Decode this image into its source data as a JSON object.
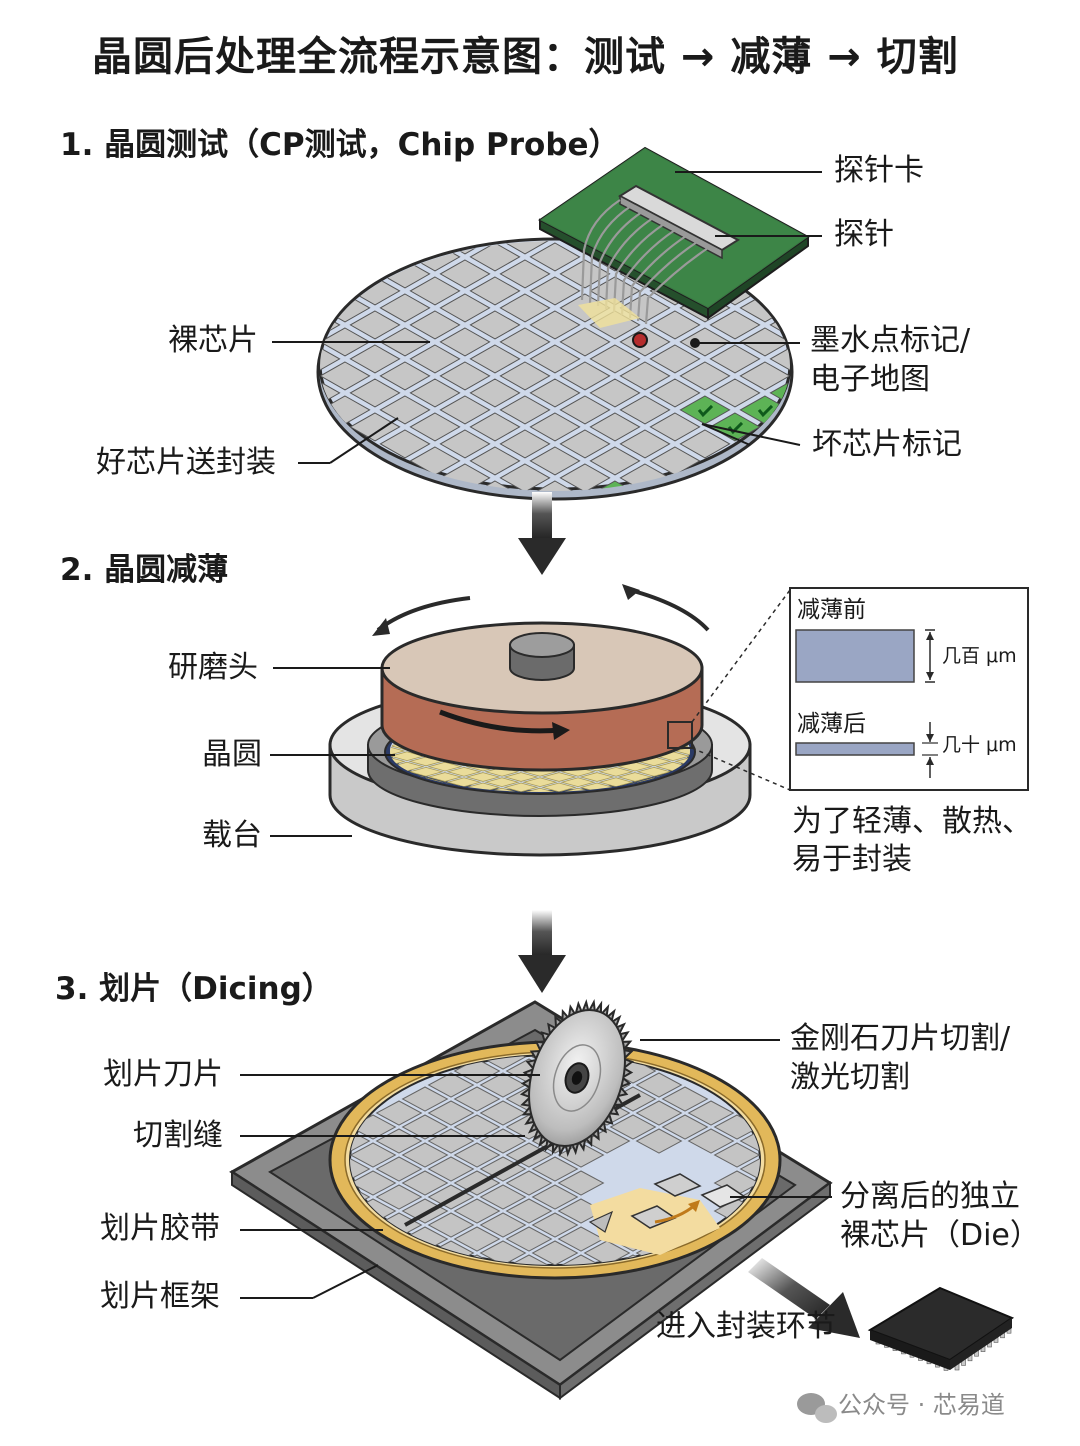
{
  "title": "晶圆后处理全流程示意图：测试 → 减薄 → 切割",
  "sections": {
    "testing": "1. 晶圆测试（CP测试，Chip Probe）",
    "thinning": "2. 晶圆减薄",
    "dicing": "3. 划片（Dicing）"
  },
  "labels": {
    "probe_card": "探针卡",
    "probe": "探针",
    "bare_die": "裸芯片",
    "ink_dot_line1": "墨水点标记/",
    "ink_dot_line2": "电子地图",
    "good_die": "好芯片送封装",
    "bad_die": "坏芯片标记",
    "grind_head": "研磨头",
    "wafer": "晶圆",
    "chuck": "载台",
    "before_thin": "减薄前",
    "before_thickness": "几百 μm",
    "after_thin": "减薄后",
    "after_thickness": "几十 μm",
    "purpose_line1": "为了轻薄、散热、",
    "purpose_line2": "易于封装",
    "blade_label": "划片刀片",
    "diamond_line1": "金刚石刀片切割/",
    "diamond_line2": "激光切割",
    "kerf": "切割缝",
    "tape": "划片胶带",
    "frame": "划片框架",
    "separated_line1": "分离后的独立",
    "separated_line2": "裸芯片（Die）",
    "to_package": "进入封装环节"
  },
  "watermark": "公众号 · 芯易道",
  "icons": {
    "check": "check-icon",
    "cross": "cross-icon",
    "arrow": "arrow-down-icon",
    "wechat": "wechat-icon"
  },
  "colors": {
    "pcb_green": "#3f8a4a",
    "good_green": "#5db356",
    "bad_red": "#e0474c",
    "wafer_blue": "#cfd9ea",
    "grind_brown": "#b56c55",
    "tape_yellow": "#e2b85a",
    "frame_gray": "#8c8c8c"
  }
}
